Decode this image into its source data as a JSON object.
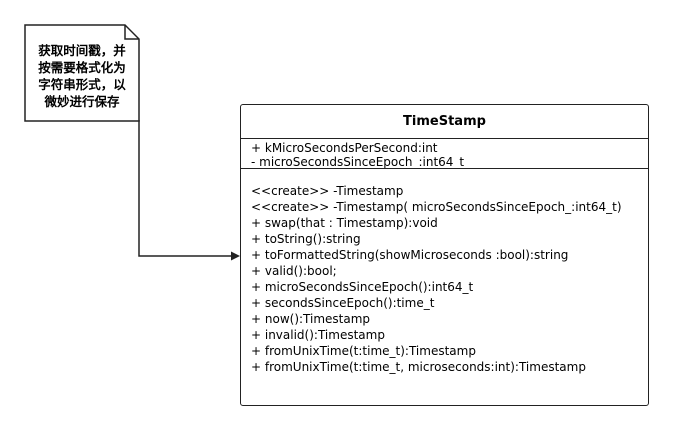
{
  "note": {
    "lines": [
      "获取时间戳，并",
      "按需要格式化为",
      "字符串形式，以",
      "微妙进行保存"
    ]
  },
  "class": {
    "name": "TimeStamp",
    "attributes": [
      "+ kMicroSecondsPerSecond:int",
      "- microSecondsSinceEpoch_:int64_t"
    ],
    "operations": [
      "<<create>> -Timestamp",
      "<<create>> -Timestamp( microSecondsSinceEpoch_:int64_t)",
      "+ swap(that : Timestamp):void",
      "+ toString():string",
      "+ toFormattedString(showMicroseconds :bool):string",
      "+ valid():bool;",
      "+ microSecondsSinceEpoch():int64_t",
      "+ secondsSinceEpoch():time_t",
      "+ now():Timestamp",
      "+ invalid():Timestamp",
      "+ fromUnixTime(t:time_t):Timestamp",
      "+ fromUnixTime(t:time_t, microseconds:int):Timestamp"
    ]
  },
  "colors": {
    "line": "#222222",
    "fill": "#ffffff"
  }
}
